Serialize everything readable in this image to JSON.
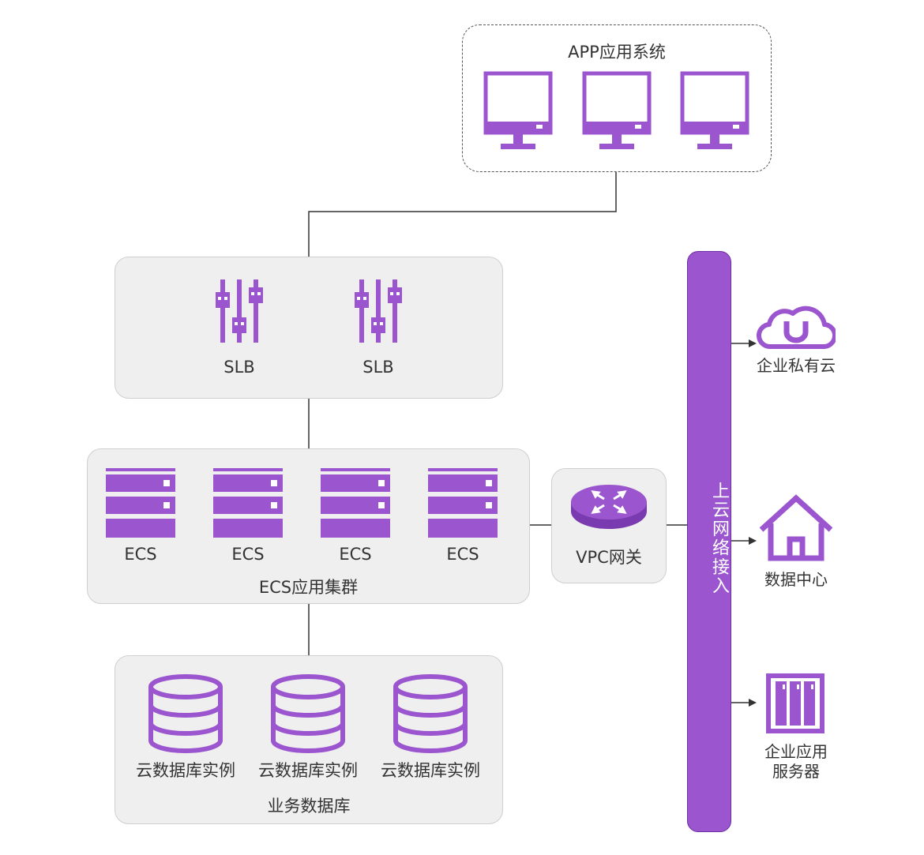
{
  "app_system": {
    "title": "APP应用系统",
    "icons": [
      "monitor-icon",
      "monitor-icon",
      "monitor-icon"
    ]
  },
  "slb_group": {
    "items": [
      {
        "label": "SLB",
        "icon": "load-balancer-icon"
      },
      {
        "label": "SLB",
        "icon": "load-balancer-icon"
      }
    ]
  },
  "ecs_cluster": {
    "title": "ECS应用集群",
    "items": [
      {
        "label": "ECS",
        "icon": "server-rack-icon"
      },
      {
        "label": "ECS",
        "icon": "server-rack-icon"
      },
      {
        "label": "ECS",
        "icon": "server-rack-icon"
      },
      {
        "label": "ECS",
        "icon": "server-rack-icon"
      }
    ]
  },
  "vpc_gateway": {
    "label": "VPC网关",
    "icon": "router-icon"
  },
  "database_group": {
    "title": "业务数据库",
    "items": [
      {
        "label": "云数据库实例",
        "icon": "database-icon"
      },
      {
        "label": "云数据库实例",
        "icon": "database-icon"
      },
      {
        "label": "云数据库实例",
        "icon": "database-icon"
      }
    ]
  },
  "network_bus": {
    "label": "上云网络接入"
  },
  "targets": [
    {
      "label": "企业私有云",
      "icon": "cloud-icon"
    },
    {
      "label": "数据中心",
      "icon": "house-icon"
    },
    {
      "label_line1": "企业应用",
      "label_line2": "服务器",
      "icon": "server-cabinet-icon"
    }
  ],
  "colors": {
    "accent": "#9b56cf",
    "accent_dark": "#7b3bb0",
    "panel_bg": "#efefef",
    "line": "#333333"
  }
}
